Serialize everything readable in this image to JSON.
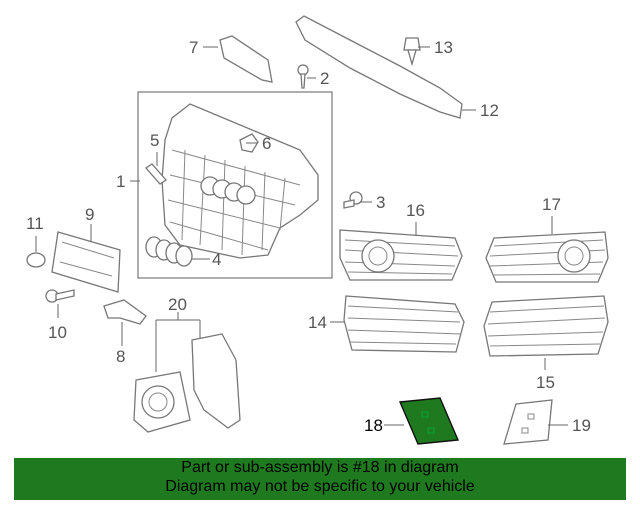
{
  "callouts": {
    "c1": "1",
    "c2": "2",
    "c3": "3",
    "c4": "4",
    "c5": "5",
    "c6": "6",
    "c7": "7",
    "c8": "8",
    "c9": "9",
    "c10": "10",
    "c11": "11",
    "c12": "12",
    "c13": "13",
    "c14": "14",
    "c15": "15",
    "c16": "16",
    "c17": "17",
    "c18": "18",
    "c19": "19",
    "c20": "20"
  },
  "banner": {
    "line1": "Part or sub-assembly is #18 in diagram",
    "line2": "Diagram may not be specific to your vehicle"
  },
  "colors": {
    "highlight_part": "#1f7a1f",
    "banner_background": "#1f7a1f",
    "line_art": "#777777"
  }
}
